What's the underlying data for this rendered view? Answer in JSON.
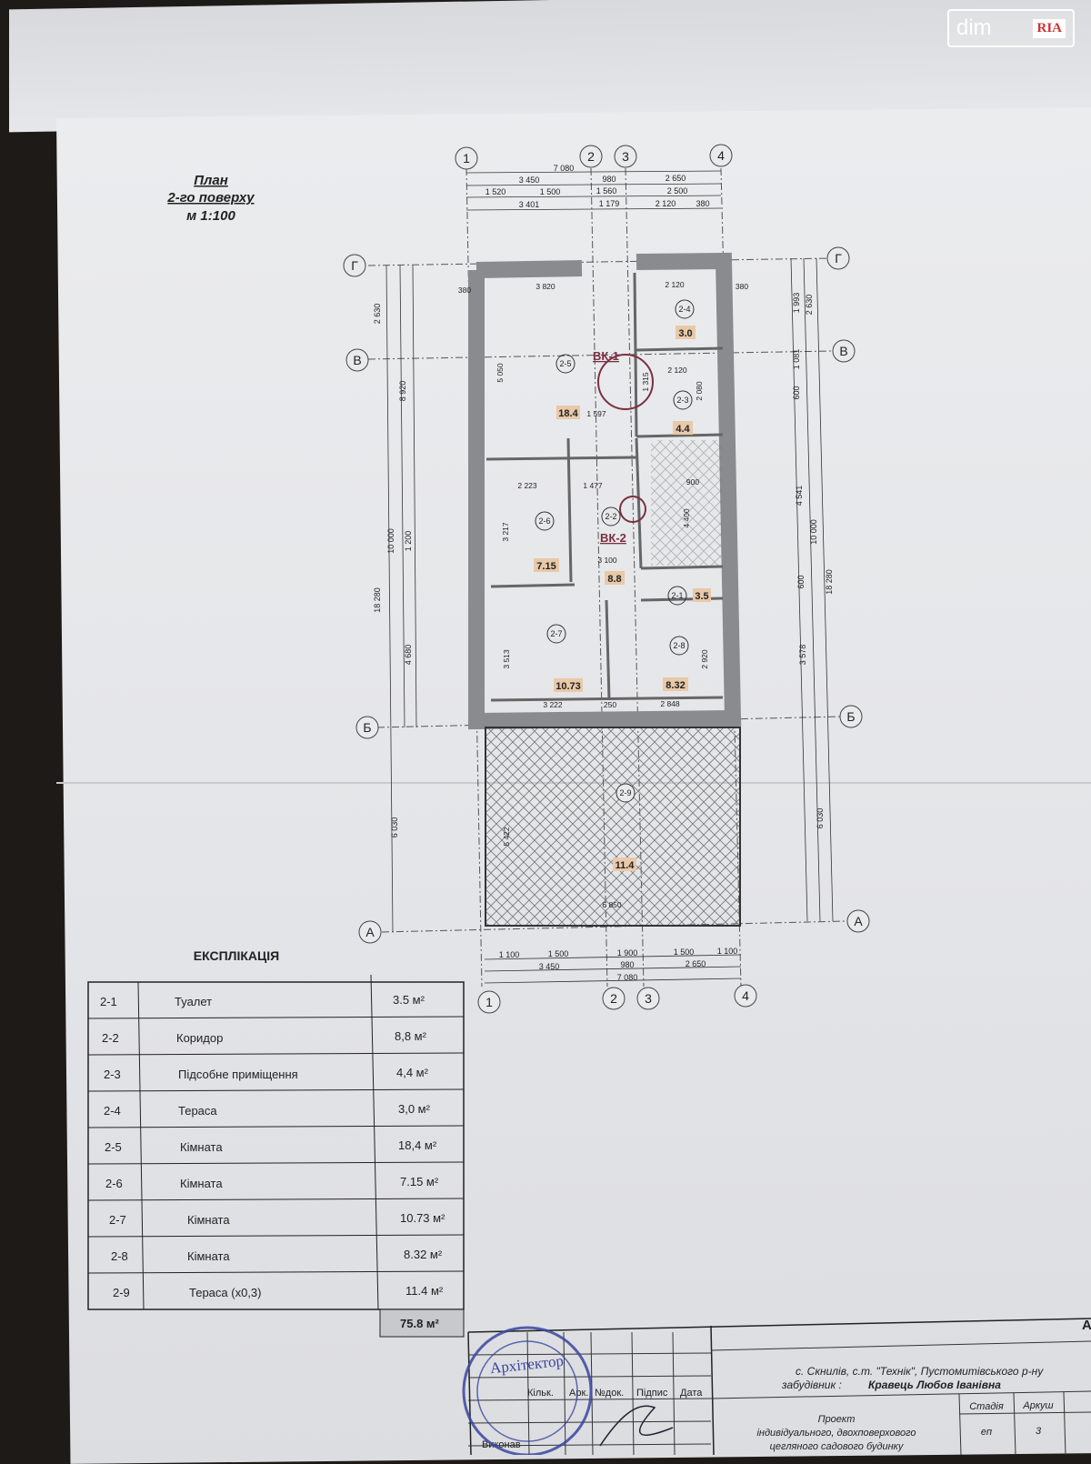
{
  "watermark": {
    "left": "dim",
    "right": "RIA"
  },
  "plan": {
    "title": "План",
    "subtitle": "2-го поверху",
    "scale": "м 1:100",
    "axes_x": [
      "1",
      "2",
      "3",
      "4"
    ],
    "axes_y": [
      "Г",
      "В",
      "Б",
      "А"
    ],
    "dims_top": [
      "7 080",
      "3 450",
      "980",
      "2 650",
      "1 520",
      "1 500",
      "1 560",
      "2 500",
      "3 401",
      "1 179",
      "2 120",
      "380"
    ],
    "dims_bottom": [
      "1 100",
      "1 500",
      "1 900",
      "1 500",
      "1 100",
      "3 450",
      "980",
      "2 650",
      "7 080"
    ],
    "dims_left": [
      "18 280",
      "10 000",
      "8 920",
      "2 630",
      "1 200",
      "4 680",
      "6 030"
    ],
    "dims_right": [
      "18 280",
      "10 000",
      "2 630",
      "1 993",
      "1 081",
      "600",
      "4 541",
      "600",
      "3 578",
      "6 030"
    ],
    "inner_dims": [
      "3 820",
      "2 120",
      "5 050",
      "1 597",
      "2 120",
      "1 315",
      "2 080",
      "2 223",
      "1 477",
      "3 217",
      "3 100",
      "4 400",
      "900",
      "3 513",
      "3 222",
      "250",
      "2 848",
      "2 920",
      "5 422",
      "6 850",
      "380",
      "380"
    ],
    "markers": [
      "ВК-1",
      "ВК-2"
    ],
    "rooms": [
      {
        "id": "2-5",
        "area": "18.4"
      },
      {
        "id": "2-4",
        "area": "3.0"
      },
      {
        "id": "2-3",
        "area": "4.4"
      },
      {
        "id": "2-6",
        "area": "7.15"
      },
      {
        "id": "2-2",
        "area": "8.8"
      },
      {
        "id": "2-1",
        "area": "3.5"
      },
      {
        "id": "2-7",
        "area": "10.73"
      },
      {
        "id": "2-8",
        "area": "8.32"
      },
      {
        "id": "2-9",
        "area": "11.4"
      }
    ]
  },
  "explication": {
    "title": "ЕКСПЛІКАЦІЯ",
    "rows": [
      {
        "no": "2-1",
        "name": "Туалет",
        "area": "3.5 м²"
      },
      {
        "no": "2-2",
        "name": "Коридор",
        "area": "8,8 м²"
      },
      {
        "no": "2-3",
        "name": "Підсобне приміщення",
        "area": "4,4 м²"
      },
      {
        "no": "2-4",
        "name": "Тераса",
        "area": "3,0 м²"
      },
      {
        "no": "2-5",
        "name": "Кімната",
        "area": "18,4 м²"
      },
      {
        "no": "2-6",
        "name": "Кімната",
        "area": "7.15 м²"
      },
      {
        "no": "2-7",
        "name": "Кімната",
        "area": "10.73 м²"
      },
      {
        "no": "2-8",
        "name": "Кімната",
        "area": "8.32 м²"
      },
      {
        "no": "2-9",
        "name": "Тераса  (х0,3)",
        "area": "11.4 м²"
      }
    ],
    "total": "75.8 м²"
  },
  "title_block": {
    "location": "с. Скнилів, с.т. \"Технік\",  Пустомитівського р-ну",
    "client_label": "забудівник :",
    "client": "Кравець Любов Іванівна",
    "project": [
      "Проект",
      "індивідуального, двохповерхового",
      "цегляного садового будинку"
    ],
    "cols": [
      "Кільк.",
      "Арк.",
      "№док.",
      "Підпис",
      "Дата"
    ],
    "stage_h": "Стадія",
    "sheet_h": "Аркуш",
    "stage": "еп",
    "sheet": "3",
    "row_label": "Виконав",
    "corner": "А",
    "stamp": "Архітектор"
  }
}
